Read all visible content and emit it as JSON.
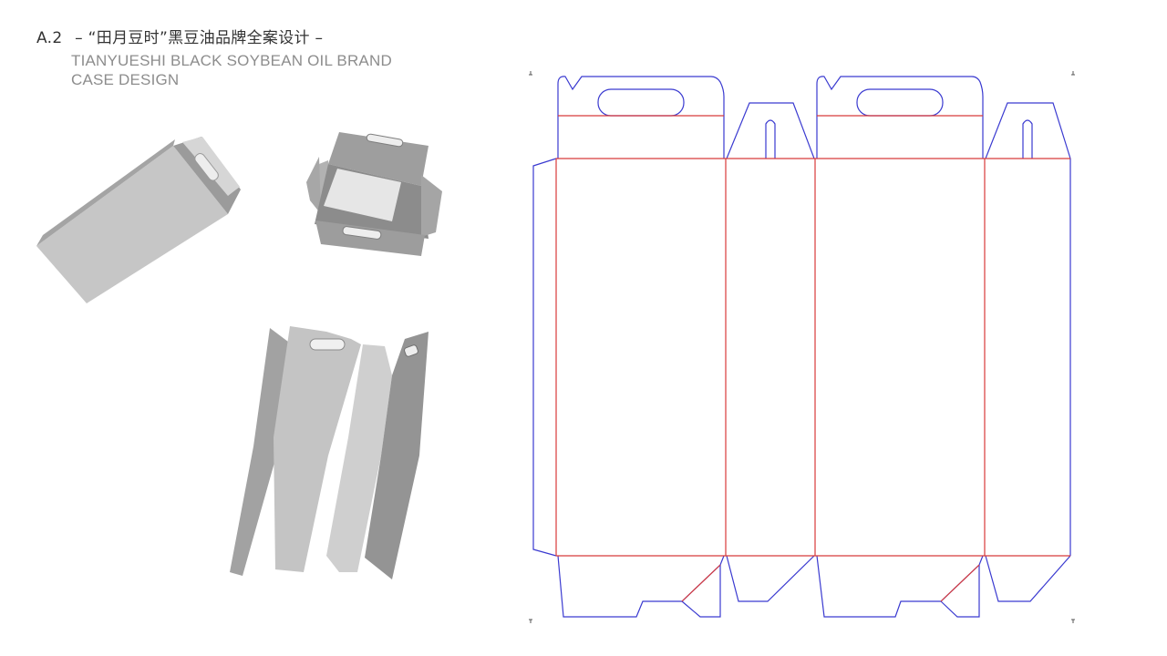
{
  "header": {
    "code": "A.2",
    "title": "– “田月豆时”黑豆油品牌全案设计 –",
    "subtitle_line1": "TIANYUESHI BLACK SOYBEAN OIL BRAND",
    "subtitle_line2": "CASE DESIGN"
  },
  "colors": {
    "cut_line": "#3a3ad0",
    "fold_line": "#d83a3a",
    "render_gray": "#b5b5b5",
    "background": "#ffffff"
  }
}
